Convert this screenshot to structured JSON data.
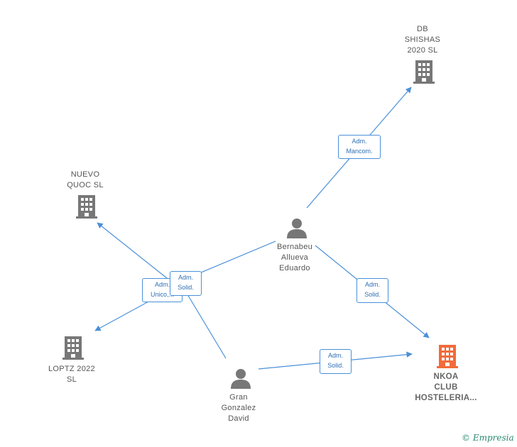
{
  "nodes": {
    "db_shishas": {
      "label": "DB\nSHISHAS\n2020  SL",
      "type": "company",
      "color": "#777777"
    },
    "nuevo_quoc": {
      "label": "NUEVO\nQUOC  SL",
      "type": "company",
      "color": "#777777"
    },
    "loptz": {
      "label": "LOPTZ 2022\nSL",
      "type": "company",
      "color": "#777777"
    },
    "nkoa": {
      "label": "NKOA\nCLUB\nHOSTELERIA...",
      "type": "company",
      "color": "#f26b3a"
    },
    "bernabeu": {
      "label": "Bernabeu\nAllueva\nEduardo",
      "type": "person",
      "color": "#777777"
    },
    "gran": {
      "label": "Gran\nGonzalez\nDavid",
      "type": "person",
      "color": "#777777"
    }
  },
  "edges": {
    "bernabeu_db": {
      "label": "Adm.\nMancom."
    },
    "bernabeu_nuevo": {
      "label": "Adm.\nUnico,..."
    },
    "gran_loptz": {
      "label": "Adm.\nSolid."
    },
    "bernabeu_nkoa": {
      "label": "Adm.\nSolid."
    },
    "gran_nkoa": {
      "label": "Adm.\nSolid."
    }
  },
  "colors": {
    "edge": "#4a90d9"
  },
  "footer": {
    "copyright_symbol": "©",
    "brand": "Empresia"
  }
}
